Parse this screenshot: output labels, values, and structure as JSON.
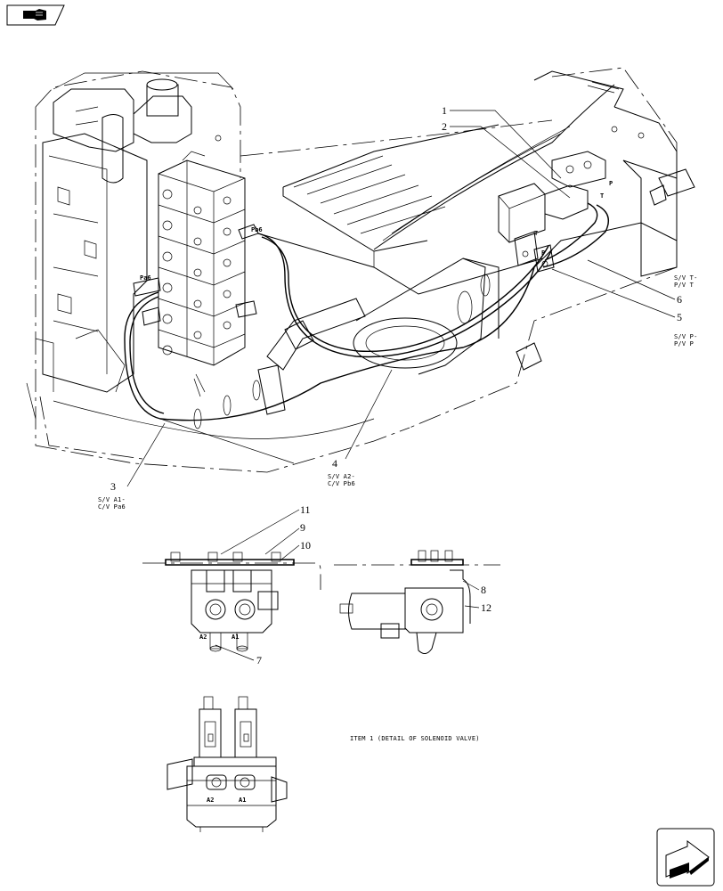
{
  "callouts": {
    "c1": "1",
    "c2": "2",
    "c3": "3",
    "c4": "4",
    "c5": "5",
    "c6": "6",
    "c7": "7",
    "c8": "8",
    "c9": "9",
    "c10": "10",
    "c11": "11",
    "c12": "12"
  },
  "notes": {
    "sv_t": "S/V T-",
    "pv_t": "P/V T",
    "sv_p": "S/V P-",
    "pv_p": "P/V P",
    "sv_a2": "S/V A2-",
    "cv_pb6": "C/V Pb6",
    "sv_a1": "S/V A1-",
    "cv_pa6": "C/V Pa6",
    "item1_detail": "ITEM 1 (DETAIL OF SOLENOID VALVE)"
  },
  "ports": {
    "pb6": "Pb6",
    "pa6": "Pa6",
    "p": "P",
    "t": "T",
    "a1": "A1",
    "a2": "A2"
  },
  "icons": {
    "top_left": "previous-page-hand-icon",
    "bottom_right": "next-page-arrow-icon"
  }
}
